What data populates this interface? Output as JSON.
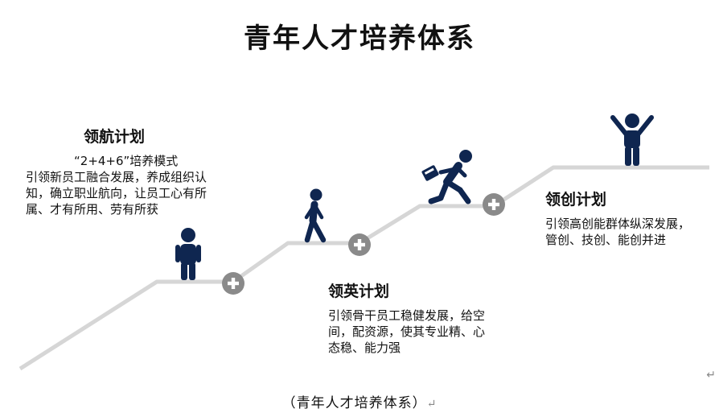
{
  "title": "青年人才培养体系",
  "caption": "（青年人才培养体系）",
  "return_mark": "↵",
  "colors": {
    "figure": "#0f2650",
    "stair": "#d6d6d6",
    "plus": "#8a8a8a"
  },
  "plans": [
    {
      "name": "领航计划",
      "lines": [
        "“2+4+6”培养模式",
        "引领新员工融合发展，养成组织认",
        "知，确立职业航向，让员工心有所",
        "属、才有所用、劳有所获"
      ]
    },
    {
      "name": "领英计划",
      "lines": [
        "引领骨干员工稳健发展，给空",
        "间，配资源，使其专业精、心",
        "态稳、能力强"
      ]
    },
    {
      "name": "领创计划",
      "lines": [
        "引领高创能群体纵深发展，",
        "管创、技创、能创并进"
      ]
    }
  ],
  "icons": [
    "standing-person-icon",
    "walking-person-icon",
    "running-person-with-briefcase-icon",
    "cheering-person-icon",
    "plus-circle-icon"
  ]
}
